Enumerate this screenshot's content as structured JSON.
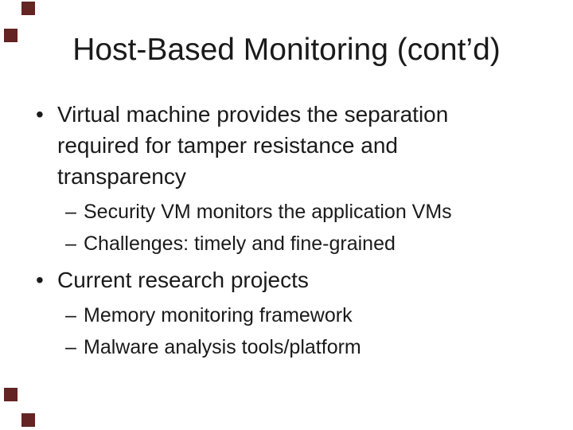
{
  "slide": {
    "title": "Host-Based Monitoring (cont’d)",
    "bullets": [
      {
        "level": 1,
        "marker": "•",
        "lines": [
          "Virtual machine provides the separation",
          "required for tamper resistance and",
          "transparency"
        ]
      },
      {
        "level": 2,
        "marker": "–",
        "text": "Security VM monitors the application VMs"
      },
      {
        "level": 2,
        "marker": "–",
        "text": "Challenges: timely and fine-grained"
      },
      {
        "level": 1,
        "marker": "•",
        "text": "Current research projects"
      },
      {
        "level": 2,
        "marker": "–",
        "text": "Memory monitoring framework"
      },
      {
        "level": 2,
        "marker": "–",
        "text": "Malware analysis tools/platform"
      }
    ],
    "colors": {
      "background": "#ffffff",
      "text": "#1a1a1a",
      "decoration": "#632423"
    }
  }
}
